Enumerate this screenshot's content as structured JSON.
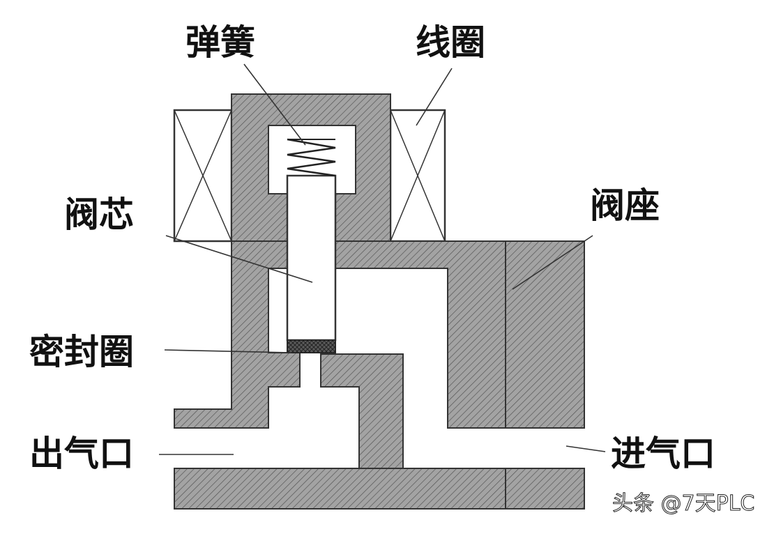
{
  "labels": {
    "spring": "弹簧",
    "coil": "线圈",
    "valve_core": "阀芯",
    "valve_seat": "阀座",
    "seal_ring": "密封圈",
    "outlet": "出气口",
    "inlet": "进气口"
  },
  "watermark": "头条 @7天PLC",
  "colors": {
    "hatch_fill": "#a3a3a3",
    "hatch_line": "#555555",
    "outline": "#333333",
    "seal": "#444444"
  }
}
